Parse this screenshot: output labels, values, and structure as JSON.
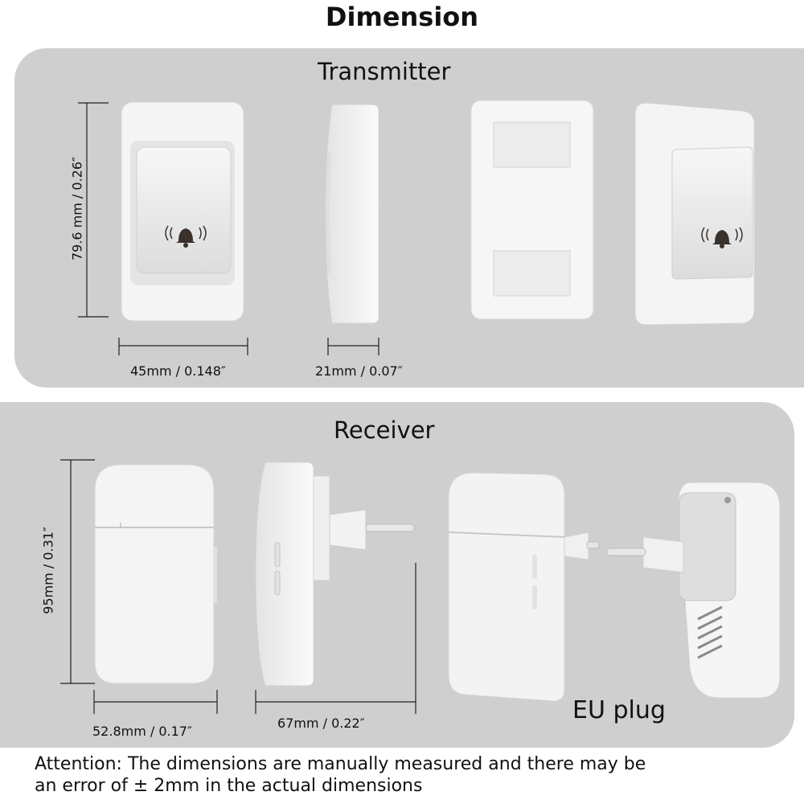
{
  "title": "Dimension",
  "transmitter": {
    "heading": "Transmitter",
    "height_label": "79.6 mm / 0.26″",
    "width_label": "45mm / 0.148″",
    "depth_label": "21mm / 0.07″"
  },
  "receiver": {
    "heading": "Receiver",
    "height_label": "95mm / 0.31″",
    "width_label": "52.8mm / 0.17″",
    "depth_label": "67mm / 0.22″",
    "plug_label": "EU plug"
  },
  "attention": {
    "line1": "Attention: The dimensions are manually measured and there may be",
    "line2": "an error of ± 2mm in the actual dimensions"
  },
  "icons": [
    "bell-icon"
  ]
}
